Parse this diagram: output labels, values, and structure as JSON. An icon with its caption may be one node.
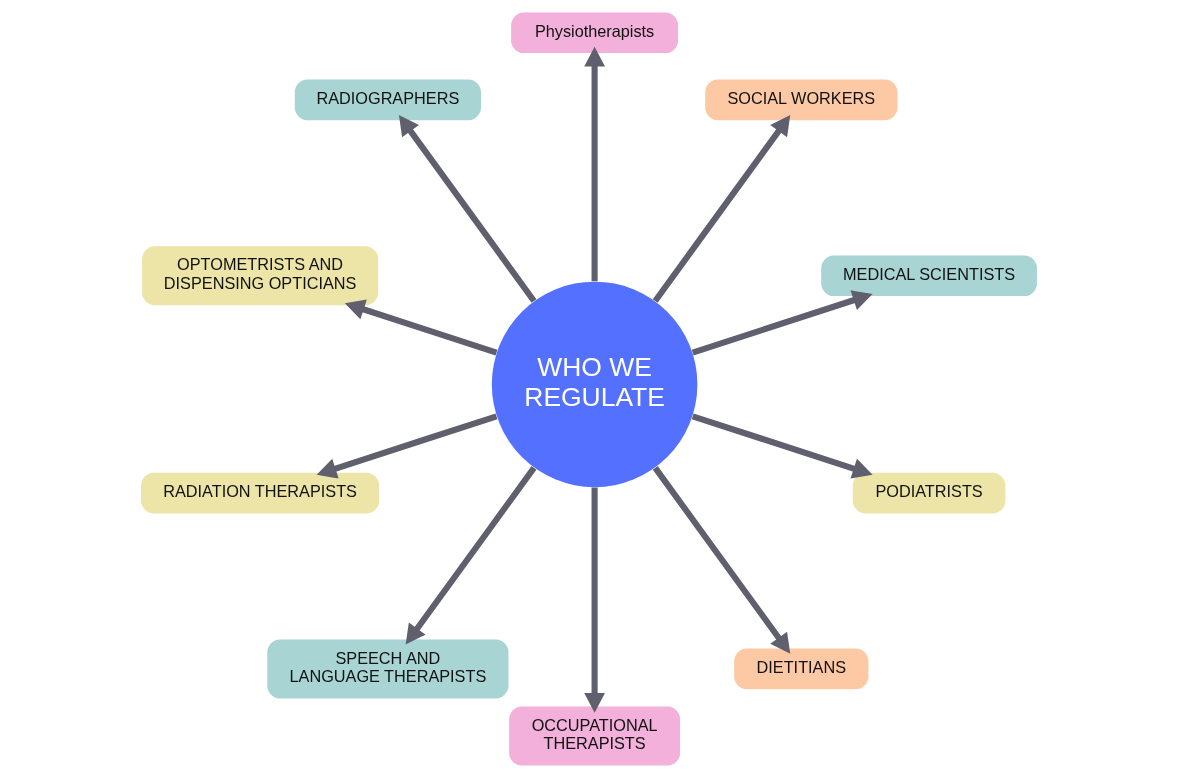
{
  "diagram": {
    "nodes": [
      {
        "text": [
          "MEDICAL SCIENTISTS"
        ]
      },
      {
        "text": [
          "SOCIAL WORKERS"
        ]
      },
      {
        "text": [
          "Physiotherapists"
        ]
      },
      {
        "text": [
          "RADIOGRAPHERS"
        ]
      },
      {
        "text": [
          "OPTOMETRISTS AND DISPENSING OPTICIANS"
        ]
      },
      {
        "text": [
          "WHO WE REGULATE"
        ]
      },
      {
        "text": [
          "RADIATION THERAPISTS"
        ]
      },
      {
        "text": [
          "SPEECH AND LANGUAGE THERAPISTS"
        ]
      },
      {
        "text": [
          "OCCUPATIONAL THERAPISTS"
        ]
      },
      {
        "text": [
          "DIETITIANS"
        ]
      },
      {
        "text": [
          "PODIATRISTS"
        ]
      }
    ],
    "edges": [
      {
        "from": 5,
        "to": 0,
        "arrow": "to"
      },
      {
        "from": 5,
        "to": 2,
        "arrow": "to"
      },
      {
        "from": 5,
        "to": 4,
        "arrow": "to"
      },
      {
        "from": 5,
        "to": 7,
        "arrow": "to"
      },
      {
        "from": 5,
        "to": 9,
        "arrow": "to"
      },
      {
        "from": 5,
        "to": 10,
        "arrow": "to"
      },
      {
        "from": 5,
        "to": 8,
        "arrow": "to"
      },
      {
        "from": 5,
        "to": 6,
        "arrow": "to"
      },
      {
        "from": 5,
        "to": 3,
        "arrow": "to"
      },
      {
        "from": 5,
        "to": 1,
        "arrow": "to"
      }
    ]
  }
}
